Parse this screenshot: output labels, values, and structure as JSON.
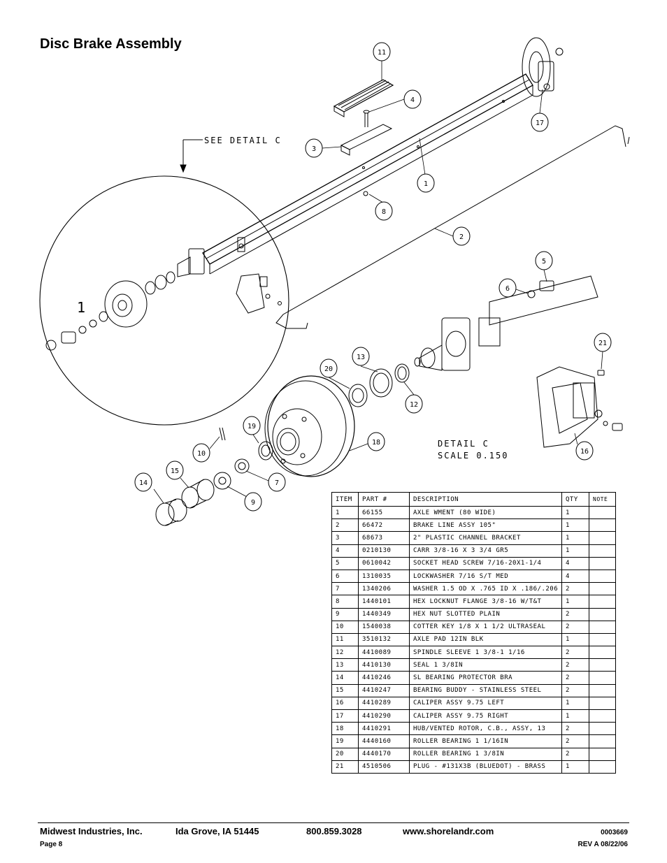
{
  "page_title": "Disc Brake Assembly",
  "drawing": {
    "see_detail": "SEE DETAIL  C",
    "detail_label": "DETAIL  C",
    "scale_label": "SCALE  0.150",
    "big_one": "1",
    "balloons": [
      "11",
      "4",
      "3",
      "1",
      "8",
      "2",
      "17",
      "5",
      "6",
      "21",
      "13",
      "20",
      "12",
      "18",
      "19",
      "10",
      "15",
      "14",
      "7",
      "9",
      "16"
    ]
  },
  "bom": {
    "headers": [
      "ITEM",
      "PART #",
      "DESCRIPTION",
      "QTY",
      "NOTE"
    ],
    "rows": [
      [
        "1",
        "66155",
        "AXLE WMENT (80 WIDE)",
        "1",
        ""
      ],
      [
        "2",
        "66472",
        "BRAKE LINE ASSY 105\"",
        "1",
        ""
      ],
      [
        "3",
        "68673",
        "2\" PLASTIC CHANNEL BRACKET",
        "1",
        ""
      ],
      [
        "4",
        "0210130",
        "CARR 3/8-16 X 3 3/4 GR5",
        "1",
        ""
      ],
      [
        "5",
        "0610042",
        "SOCKET HEAD SCREW 7/16-20X1-1/4",
        "4",
        ""
      ],
      [
        "6",
        "1310035",
        "LOCKWASHER 7/16 S/T MED",
        "4",
        ""
      ],
      [
        "7",
        "1340206",
        "WASHER 1.5 OD X .765 ID X .186/.206",
        "2",
        ""
      ],
      [
        "8",
        "1440101",
        "HEX LOCKNUT FLANGE 3/8-16 W/T&T",
        "1",
        ""
      ],
      [
        "9",
        "1440349",
        "HEX NUT SLOTTED PLAIN",
        "2",
        ""
      ],
      [
        "10",
        "1540038",
        "COTTER KEY 1/8 X 1 1/2 ULTRASEAL",
        "2",
        ""
      ],
      [
        "11",
        "3510132",
        "AXLE PAD 12IN  BLK",
        "1",
        ""
      ],
      [
        "12",
        "4410089",
        "SPINDLE SLEEVE  1 3/8-1 1/16",
        "2",
        ""
      ],
      [
        "13",
        "4410130",
        "SEAL  1 3/8IN",
        "2",
        ""
      ],
      [
        "14",
        "4410246",
        "SL BEARING PROTECTOR BRA",
        "2",
        ""
      ],
      [
        "15",
        "4410247",
        "BEARING BUDDY - STAINLESS STEEL",
        "2",
        ""
      ],
      [
        "16",
        "4410289",
        "CALIPER ASSY 9.75 LEFT",
        "1",
        ""
      ],
      [
        "17",
        "4410290",
        "CALIPER ASSY 9.75 RIGHT",
        "1",
        ""
      ],
      [
        "18",
        "4410291",
        "HUB/VENTED ROTOR, C.B., ASSY, 13",
        "2",
        ""
      ],
      [
        "19",
        "4440160",
        "ROLLER BEARING   1 1/16IN",
        "2",
        ""
      ],
      [
        "20",
        "4440170",
        "ROLLER BEARING   1 3/8IN",
        "2",
        ""
      ],
      [
        "21",
        "4510506",
        "PLUG - #131X3B (BLUEDOT) - BRASS",
        "1",
        ""
      ]
    ]
  },
  "footer": {
    "company": "Midwest Industries, Inc.",
    "city": "Ida Grove, IA  51445",
    "phone": "800.859.3028",
    "website": "www.shorelandr.com",
    "doc_number": "0003669",
    "page": "Page 8",
    "revision": "REV A  08/22/06"
  }
}
